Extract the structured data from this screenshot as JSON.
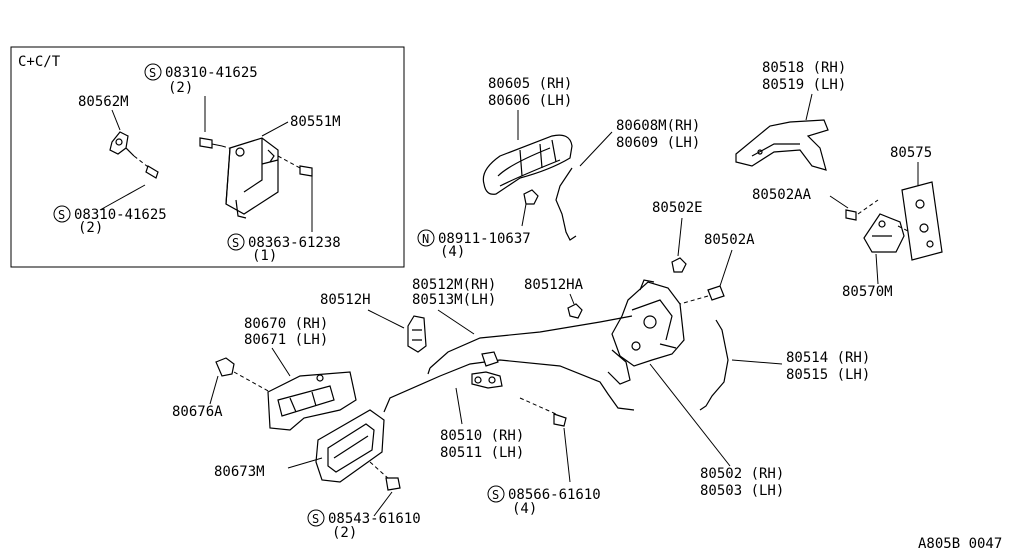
{
  "inset": {
    "title": "C+C/T",
    "labels": {
      "l80562M": "80562M",
      "l80551M": "80551M",
      "s1_code": "08310-41625",
      "s1_qty": "(2)",
      "s2_code": "08310-41625",
      "s2_qty": "(2)",
      "s3_code": "08363-61238",
      "s3_qty": "(1)"
    }
  },
  "labels": {
    "l80605": "80605 (RH)",
    "l80606": "80606 (LH)",
    "l80608M": "80608M(RH)",
    "l80609": "80609  (LH)",
    "l80518": "80518 (RH)",
    "l80519": "80519 (LH)",
    "l80575": "80575",
    "l80502AA": "80502AA",
    "l80570M": "80570M",
    "l80502E": "80502E",
    "l80502A": "80502A",
    "n_code": "08911-10637",
    "n_qty": "(4)",
    "l80512M": "80512M(RH)",
    "l80513M": "80513M(LH)",
    "l80512HA": "80512HA",
    "l80512H": "80512H",
    "l80670": "80670 (RH)",
    "l80671": "80671 (LH)",
    "l80676A": "80676A",
    "l80673M": "80673M",
    "l80514": "80514 (RH)",
    "l80515": "80515 (LH)",
    "l80510": "80510 (RH)",
    "l80511": "80511 (LH)",
    "l80502": "80502 (RH)",
    "l80503": "80503 (LH)",
    "s4_code": "08566-61610",
    "s4_qty": "(4)",
    "s5_code": "08543-61610",
    "s5_qty": "(2)",
    "ref": "A805B 0047"
  },
  "symbols": {
    "screw": "S",
    "nut": "N"
  }
}
